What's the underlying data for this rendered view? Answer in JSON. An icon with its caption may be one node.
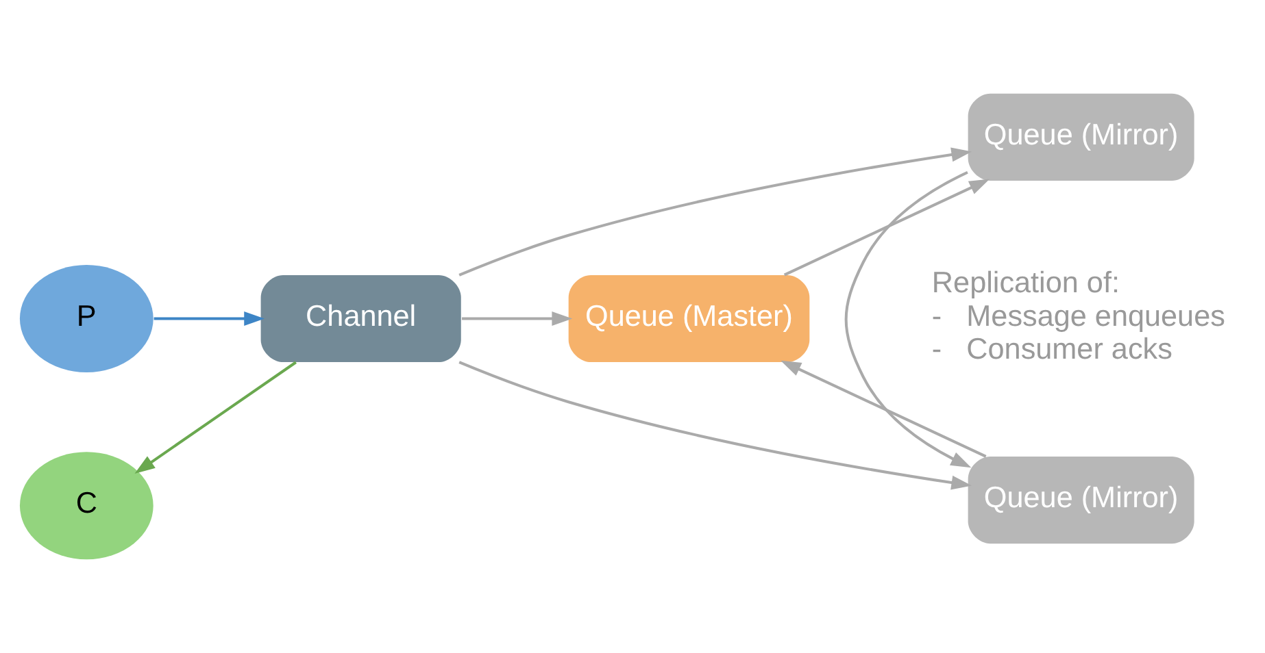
{
  "diagram": {
    "nodes": [
      {
        "text": [
          "P"
        ]
      },
      {
        "text": [
          "C"
        ]
      },
      {
        "text": [
          "Channel"
        ]
      },
      {
        "text": [
          "Queue (Master)"
        ]
      },
      {
        "text": [
          "Queue (Mirror)"
        ]
      },
      {
        "text": [
          "Queue (Mirror)"
        ]
      }
    ],
    "edges": [
      {
        "from": 0,
        "to": 2,
        "arrow": "to",
        "color": "#3d85c6"
      },
      {
        "from": 2,
        "to": 1,
        "arrow": "to",
        "color": "#6aa84f"
      },
      {
        "from": 2,
        "to": 3,
        "arrow": "to"
      },
      {
        "from": 2,
        "to": 4,
        "arrow": "to"
      },
      {
        "from": 2,
        "to": 5,
        "arrow": "to"
      },
      {
        "from": 3,
        "to": 4,
        "arrow": "to"
      },
      {
        "from": 4,
        "to": 5,
        "arrow": "to"
      },
      {
        "from": 5,
        "to": 3,
        "arrow": "to"
      }
    ],
    "labels": [
      "Replication of:",
      "-   Message enqueues",
      "-   Consumer acks"
    ]
  }
}
